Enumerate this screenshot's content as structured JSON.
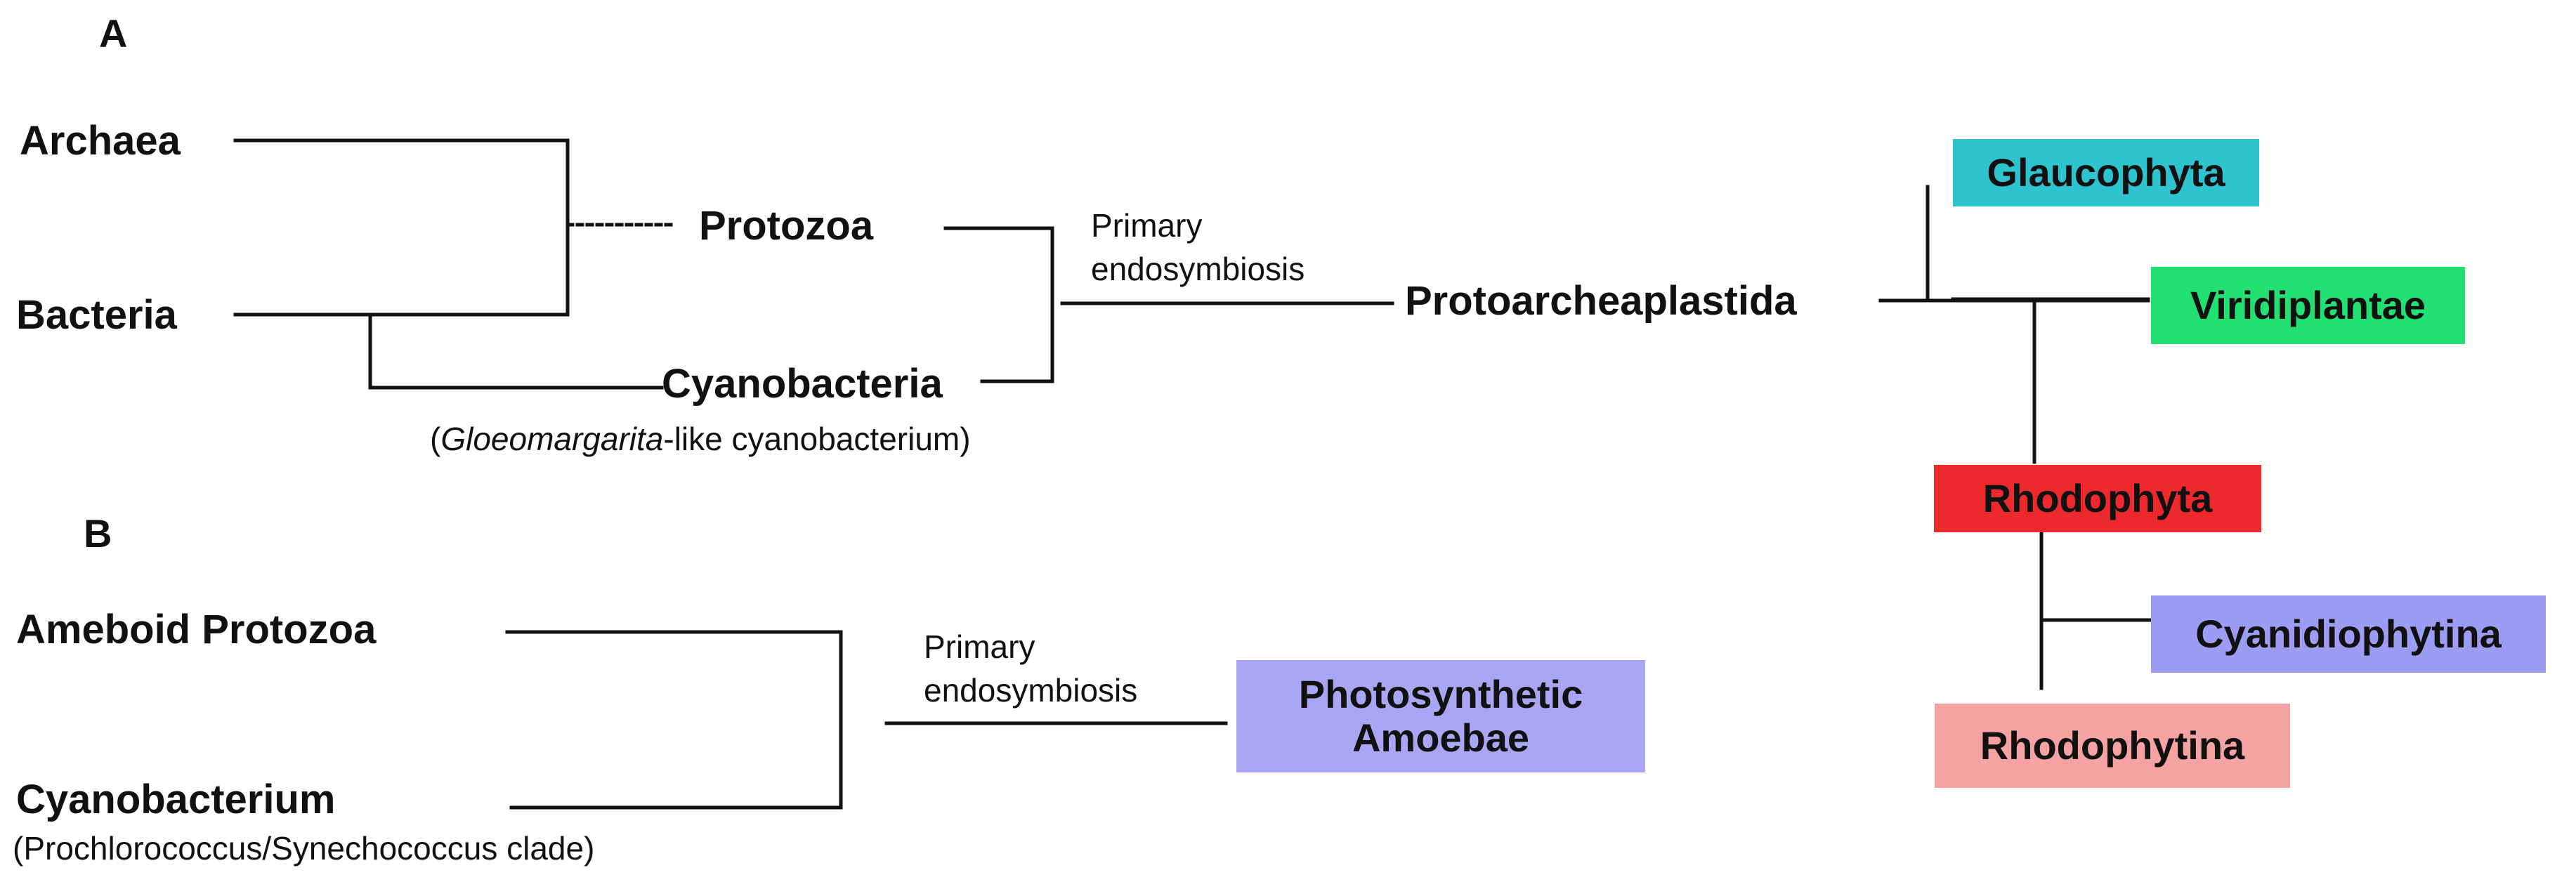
{
  "panel_a": {
    "label": "A",
    "archaea": "Archaea",
    "bacteria": "Bacteria",
    "protozoa": "Protozoa",
    "cyanobacteria": "Cyanobacteria",
    "cyano_note_open": "(",
    "cyano_note_genus": "Gloeomargarita",
    "cyano_note_rest": "-like cyanobacterium)",
    "event_line1": "Primary",
    "event_line2": "endosymbiosis",
    "protoarcheaplastida": "Protoarcheaplastida",
    "glaucophyta": "Glaucophyta",
    "viridiplantae": "Viridiplantae",
    "rhodophyta": "Rhodophyta",
    "cyanidiophytina": "Cyanidiophytina",
    "rhodophytina": "Rhodophytina"
  },
  "panel_b": {
    "label": "B",
    "ameboid_protozoa": "Ameboid Protozoa",
    "cyanobacterium": "Cyanobacterium",
    "cyanobacterium_note": "(Prochlorococcus/Synechococcus clade)",
    "event_line1": "Primary",
    "event_line2": "endosymbiosis",
    "result_line1": "Photosynthetic",
    "result_line2": "Amoebae"
  },
  "colors": {
    "glaucophyta": "#2ec4cf",
    "viridiplantae": "#22e072",
    "rhodophyta": "#ec2a2e",
    "cyanidiophytina": "#9d9cf3",
    "rhodophytina": "#f4a2a2",
    "photosynthetic_amoebae": "#a9a6f3",
    "lines": "#111111"
  }
}
